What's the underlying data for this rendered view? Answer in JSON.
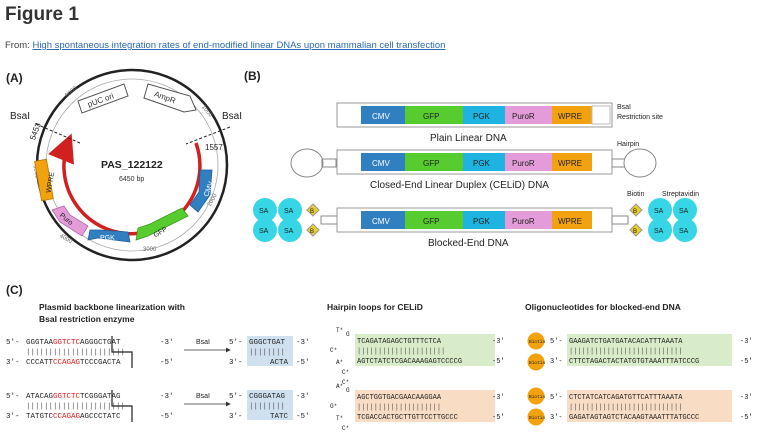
{
  "header": {
    "title": "Figure 1",
    "from_label": "From:",
    "article_link": "High spontaneous integration rates of end-modified linear DNAs upon mammalian cell transfection"
  },
  "panel_a": {
    "label": "(A)",
    "plasmid_name": "PAS_122122",
    "plasmid_size": "6450 bp",
    "bsai_left": "BsaI",
    "bsai_right": "BsaI",
    "pos_left": "5453",
    "pos_right": "1557",
    "ticks": [
      "1000",
      "2000",
      "3000",
      "4000",
      "5000",
      "6000"
    ],
    "features": {
      "puc": "pUC ori",
      "ampr": "AmpR",
      "cmv": "CMV",
      "gfp": "GFP",
      "pgk": "PGK",
      "puro": "Puro",
      "wpre": "WPRE"
    }
  },
  "panel_b": {
    "label": "(B)",
    "elements": [
      "CMV",
      "GFP",
      "PGK",
      "PuroR",
      "WPRE"
    ],
    "row1_caption": "Plain Linear DNA",
    "row2_caption": "Closed-End Linear Duplex (CELiD) DNA",
    "row3_caption": "Blocked-End DNA",
    "bsai_site_line1": "BsaI",
    "bsai_site_line2": "Restriction site",
    "hairpin": "Hairpin",
    "biotin": "Biotin",
    "streptavidin": "Streptavidin",
    "sa": "SA",
    "b": "B"
  },
  "panel_c": {
    "label": "(C)",
    "title1_line1": "Plasmid backbone linearization with",
    "title1_line2": "BsaI restriction enzyme",
    "title2": "Hairpin loops for CELiD",
    "title3": "Oligonucleotides for blocked-end DNA",
    "enzyme": "BsaI",
    "p5": "5'-",
    "p3": "3'-",
    "e3": "-3'",
    "e5": "-5'",
    "s1_top_a": "GGGTAA",
    "s1_top_red": "GGTCTC",
    "s1_top_b": "AGGGCTGAT",
    "s1_bot_a": "CCCATT",
    "s1_bot_red": "CCAGAG",
    "s1_bot_b": "TCCCGACTA",
    "s2_top_a": "ATACAG",
    "s2_top_red": "GGTCTC",
    "s2_top_b": "TCGGGATAG",
    "s2_bot_a": "TATGTC",
    "s2_bot_red": "CCAGAG",
    "s2_bot_b": "AGCCCTATC",
    "c1_top": "GGGCTGAT",
    "c1_bot": "ACTA",
    "c2_top": "CGGGATAG",
    "c2_bot": "TATC",
    "hp1_top": "TCAGATAGAGCTGTTTCTCA",
    "hp1_bot": "AGTCTATCTCGACAAAGAGTCCCCG",
    "hp2_top": "AGCTGGTGACGAACAAGGAA",
    "hp2_bot": "TCGACCACTGCTTGTTCCTTGCCC",
    "hp_nt": [
      "T*",
      "G",
      "C*",
      "A*",
      "C*",
      "A*",
      "C*",
      "A*",
      "G",
      "G*",
      "T*",
      "C*"
    ],
    "ol1_top": "GAAGATCTGATGATACACATTTAAATA",
    "ol1_bot": "CTTCTAGACTACTATGTGTAAATTTATCCCG",
    "ol2_top": "CTCTATCATCAGATGTTCATTTAAATA",
    "ol2_bot": "GAGATAGTAGTCTACAAGTAAATTTATGCCC",
    "biotin": "Biotin"
  },
  "colors": {
    "cmv": "#2f7fc1",
    "gfp": "#57cc2e",
    "pgk": "#1eb3e0",
    "puro": "#e39bd9",
    "wpre": "#f2a20f",
    "red": "#e31b1b",
    "sa": "#36d6e6",
    "biotin": "#e8ce2a",
    "green_bg": "#d9ecc9",
    "peach_bg": "#f8dcc4",
    "blue_bg": "#cfe0ef"
  }
}
